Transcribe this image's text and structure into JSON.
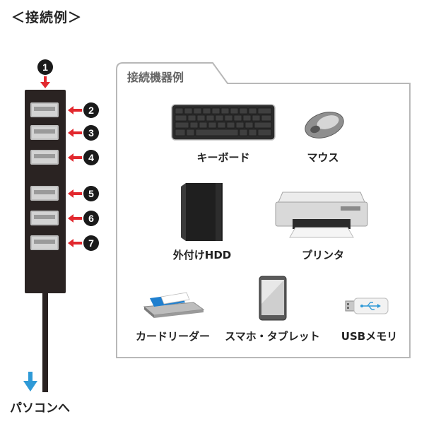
{
  "heading": "＜接続例＞",
  "hub": {
    "numbers": [
      "1",
      "2",
      "3",
      "4",
      "5",
      "6",
      "7"
    ],
    "pc_label": "パソコンへ",
    "arrow_color": "#e2282e",
    "down_arrow_color": "#2f9ad7"
  },
  "devices_panel": {
    "title": "接続機器例",
    "devices": [
      "キーボード",
      "マウス",
      "外付けHDD",
      "プリンタ",
      "カードリーダー",
      "スマホ・タブレット",
      "USBメモリ"
    ]
  }
}
